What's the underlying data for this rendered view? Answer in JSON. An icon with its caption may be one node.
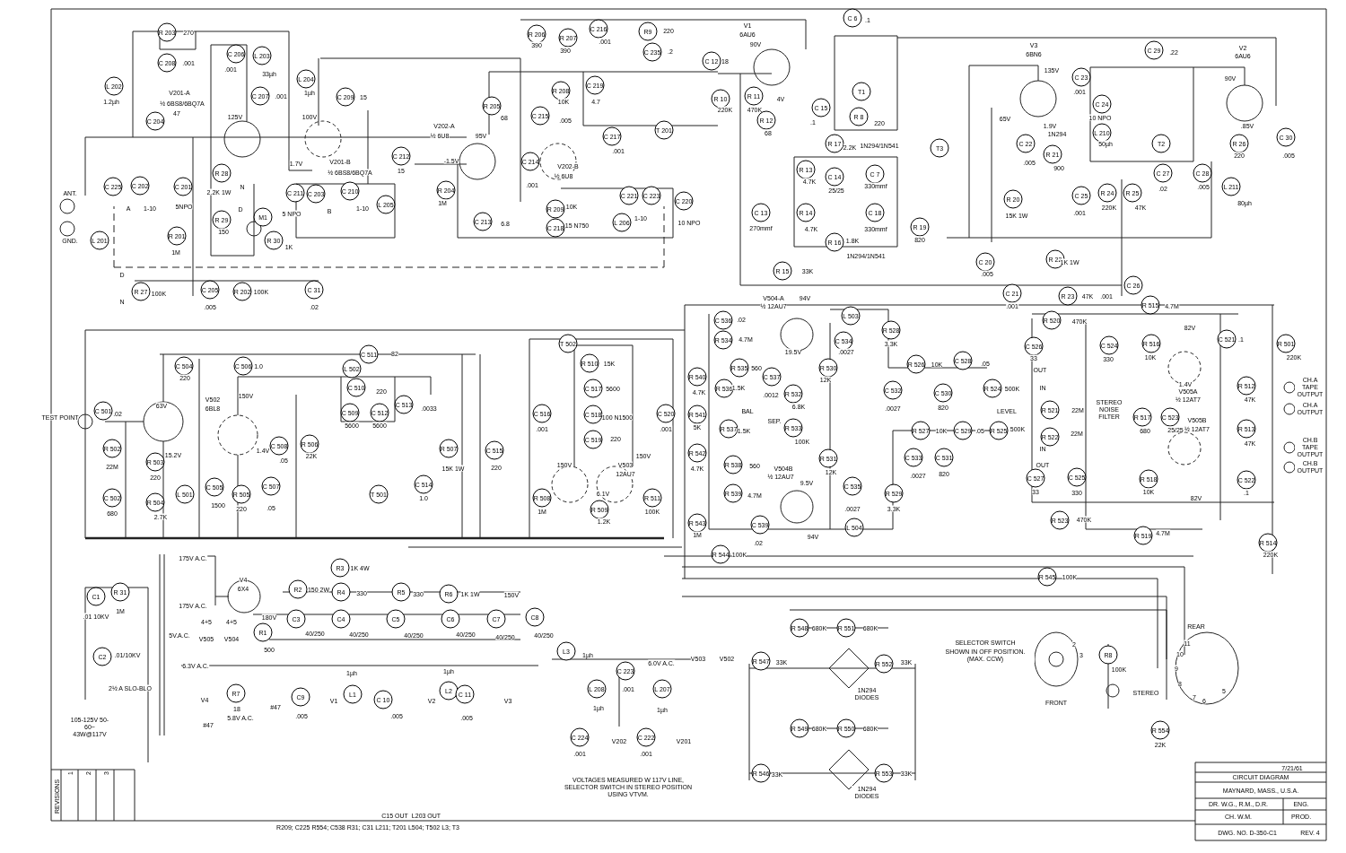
{
  "diagram": {
    "labels": [
      "R 203",
      "270",
      "C 208",
      ".001",
      "L 202",
      "1.2µh",
      "V201-A",
      "½ 6BS8/6BQ7A",
      "C 204",
      "47",
      "C 206",
      ".001",
      "L 203",
      "33µh",
      "C 207",
      ".001",
      "125V",
      "L 204",
      "1µh",
      "C 209",
      "15",
      "100V",
      "1.7V",
      "V201-B",
      "½ 6BS8/6BQ7A",
      "ANT.",
      "GND.",
      "L 201",
      "C 225",
      "C 202",
      "A",
      "1-10",
      "C 201",
      "5NPO",
      "R 28",
      "2.2K 1W",
      "N",
      "D",
      "M1",
      "R 29",
      "150",
      "R 201",
      "1M",
      "R 30",
      "1K",
      "C 211",
      "5 NPO",
      "C 203",
      "B",
      "C 210",
      "1-10",
      "L 205",
      "V202-A",
      "½ 6U8",
      "C 212",
      "15",
      "-1.5V",
      "R 204",
      "1M",
      "D",
      "N",
      "R 27",
      "100K",
      "C 205",
      ".005",
      "R 202",
      "100K",
      "C 31",
      ".02",
      "R 206",
      "390",
      "R 207",
      "390",
      "C 216",
      ".001",
      "R9",
      "220",
      "V1",
      "6AU6",
      "C 235",
      ".2",
      "C 12",
      "18",
      "90V",
      "C 219",
      "4.7",
      "R 205",
      "68",
      "R 208",
      "10K",
      "C 215",
      ".005",
      "C 217",
      ".001",
      "T 201",
      "R 10",
      "220K",
      "R 11",
      "470K",
      "4V",
      "R 12",
      "68",
      "C 15",
      ".1",
      "C 6",
      ".1",
      "T1",
      "R 8",
      "220",
      "95V",
      "C 214",
      ".001",
      "V202-B",
      "½ 6U8",
      "R 209",
      "10K",
      "C 218",
      "15 N750",
      "C 213",
      "6.8",
      "C 221",
      "1-10",
      "C 223",
      "C 220",
      "L 206",
      "10 NPO",
      "R 17",
      "2.2K",
      "1N294/1N541",
      "R 13",
      "4.7K",
      "C 14",
      "25/25",
      "C 7",
      "330mmf",
      "R 14",
      "4.7K",
      "C 13",
      "270mmf",
      "C 18",
      "330mmf",
      "R 16",
      "1.8K",
      "1N294/1N541",
      "R 15",
      "33K",
      "T3",
      "V3",
      "6BN6",
      "135V",
      "65V",
      "1.9V",
      "1N294",
      "C 22",
      ".005",
      "R 21",
      "900",
      "C 23",
      ".001",
      "C 24",
      "10 NPO",
      "L 210",
      "50µh",
      "C 29",
      ".22",
      "T2",
      "V2",
      "6AU6",
      "90V",
      ".85V",
      "R 26",
      "220",
      "C 30",
      ".005",
      "C 27",
      ".02",
      "C 28",
      ".005",
      "L 211",
      "80µh",
      "R 19",
      "820",
      "R 20",
      "15K 1W",
      "C 25",
      ".001",
      "R 24",
      "220K",
      "R 25",
      "47K",
      "C 20",
      ".005",
      "R 22",
      "1K 1W",
      "C 21",
      ".001",
      "R 23",
      "47K",
      ".001",
      "C 26",
      "TEST POINT",
      "C 501",
      ".02",
      "63V",
      "15.2V",
      "R 502",
      "22M",
      "C 502",
      "680",
      "R 503",
      "220",
      "R 504",
      "2.7K",
      "C 504",
      "220",
      "C 506",
      "1.0",
      "V502",
      "6BL8",
      "150V",
      "1.4V",
      "L 501",
      "C 505",
      "1500",
      "R 505",
      "220",
      "C 507",
      ".05",
      "C 508",
      ".05",
      "R 506",
      "22K",
      "C 511",
      "82",
      "L 502",
      "C 510",
      "220",
      "C 509",
      "5600",
      "C 512",
      "5600",
      "C 513",
      ".0033",
      "T 501",
      "R 507",
      "15K 1W",
      "C 514",
      "1.0",
      "C 515",
      "220",
      "T 502",
      "R 510",
      "15K",
      "C 517",
      "5600",
      "C 516",
      ".001",
      "C 518",
      "100 N1500",
      "C 519",
      "220",
      "150V",
      "V503",
      "12AU7",
      "150V",
      "6.1V",
      "R 509",
      "1.2K",
      "R 508",
      "1M",
      "R 511",
      "100K",
      "C 520",
      ".001",
      "175V A.C.",
      "V4",
      "6X4",
      "175V A.C.",
      "180V",
      "C1",
      ".01 10KV",
      "R 31",
      "1M",
      "C2",
      ".01/10KV",
      "2½ A SLO-BLO",
      "105-125V 50-60~ 43W@117V",
      "5V.A.C.",
      "V505",
      "V504",
      "4+5",
      "4+5",
      "R1",
      "500",
      "R2",
      "150 2W",
      "R3",
      "1K 4W",
      "R4",
      "330",
      "R5",
      "330",
      "R6",
      "1K 1W",
      "150V",
      "C3",
      "40/250",
      "C4",
      "40/250",
      "C5",
      "40/250",
      "C6",
      "40/250",
      "C7",
      "40/250",
      "C8",
      "40/250",
      "6.3V A.C.",
      "V4",
      "R7",
      "18",
      "5.8V A.C.",
      "#47",
      "#47",
      "C9",
      ".005",
      "V1",
      "L1",
      "1µh",
      "C 10",
      ".005",
      "V2",
      "L2",
      "1µh",
      "C 11",
      ".005",
      "V3",
      "L3",
      "1µh",
      "6.0V A.C.",
      "C 223",
      "L 208",
      ".001",
      "1µh",
      "L 207",
      "1µh",
      "C 224",
      ".001",
      "V202",
      "C 222",
      ".001",
      "V201",
      "V503",
      "V502",
      "VOLTAGES MEASURED W 117V LINE, SELECTOR SWITCH IN STEREO POSITION USING VTVM.",
      "REVISIONS",
      "C15 OUT",
      "L203 OUT",
      "R209; C225   R554; C538   R31; C31   L211; T201   L504; T502   L3; T3",
      "V504-A",
      "½ 12AU7",
      "94V",
      "C 536",
      ".02",
      "R 534",
      "4.7M",
      "R 535",
      "560",
      "19.5V",
      "C 537",
      ".0012",
      "R 540",
      "4.7K",
      "R 536",
      "1.5K",
      "R 541",
      "5K",
      "BAL",
      "R 537",
      "1.5K",
      "R 532",
      "6.8K",
      "R 530",
      "12K",
      "SEP.",
      "R 533",
      "100K",
      "R 542",
      "4.7K",
      "R 538",
      "560",
      "V504B",
      "½ 12AU7",
      "R 531",
      "12K",
      "R 539",
      "4.7M",
      "9.5V",
      "C 539",
      ".02",
      "R 543",
      "1M",
      "94V",
      "L 503",
      "C 534",
      ".0027",
      "R 528",
      "3.3K",
      "C 532",
      ".0027",
      "R 526",
      "10K",
      "C 528",
      ".05",
      "C 530",
      "820",
      "R 524",
      "500K",
      "LEVEL",
      "C 535",
      ".0027",
      "L 504",
      "R 529",
      "3.3K",
      "R 527",
      "10K",
      "C 529",
      ".05",
      "R 525",
      "500K",
      "C 533",
      ".0027",
      "C 531",
      "820",
      "R 520",
      "470K",
      "C 526",
      "33",
      "OUT",
      "IN",
      "C 524",
      "330",
      "R 521",
      "22M",
      "STEREO NOISE FILTER",
      "R 522",
      "22M",
      "IN",
      "OUT",
      "C 527",
      "33",
      "C 525",
      "330",
      "R 523",
      "470K",
      "R 515",
      "4.7M",
      "R 516",
      "10K",
      "82V",
      "C 521",
      ".1",
      "R 501",
      "220K",
      "R 512",
      "47K",
      "CH.A TAPE OUTPUT",
      "CH.A OUTPUT",
      "R 517",
      "680",
      "C 523",
      "25/25",
      "1.4V",
      "V505A",
      "½ 12AT7",
      "V505B",
      "½ 12AT7",
      "R 513",
      "47K",
      "CH.B TAPE OUTPUT",
      "CH.B OUTPUT",
      "R 518",
      "10K",
      "82V",
      "C 522",
      ".1",
      "R 519",
      "4.7M",
      "R 544",
      "100K",
      "R 514",
      "220K",
      "R 545",
      "100K",
      "REAR",
      "SELECTOR SWITCH",
      "SHOWN IN OFF POSITION. (MAX. CCW)",
      "R 548",
      "680K",
      "R 551",
      "680K",
      "R 547",
      "33K",
      "R 552",
      "33K",
      "1N294 DIODES",
      "R 549",
      "680K",
      "R 550",
      "680K",
      "R 546",
      "33K",
      "R 553",
      "33K",
      "1N294 DIODES",
      "R8",
      "100K",
      "STEREO",
      "FRONT",
      "2",
      "3",
      "11",
      "10",
      "9",
      "8",
      "7",
      "6",
      "5",
      "R 554",
      "22K",
      "7/21/61",
      "CIRCUIT DIAGRAM",
      "MAYNARD, MASS., U.S.A.",
      "DR. W.G., R.M., D.R.",
      "ENG.",
      "CH. W.M.",
      "PROD.",
      "DWG. NO. D-350-C1",
      "REV. 4",
      "1",
      "2",
      "3"
    ]
  }
}
